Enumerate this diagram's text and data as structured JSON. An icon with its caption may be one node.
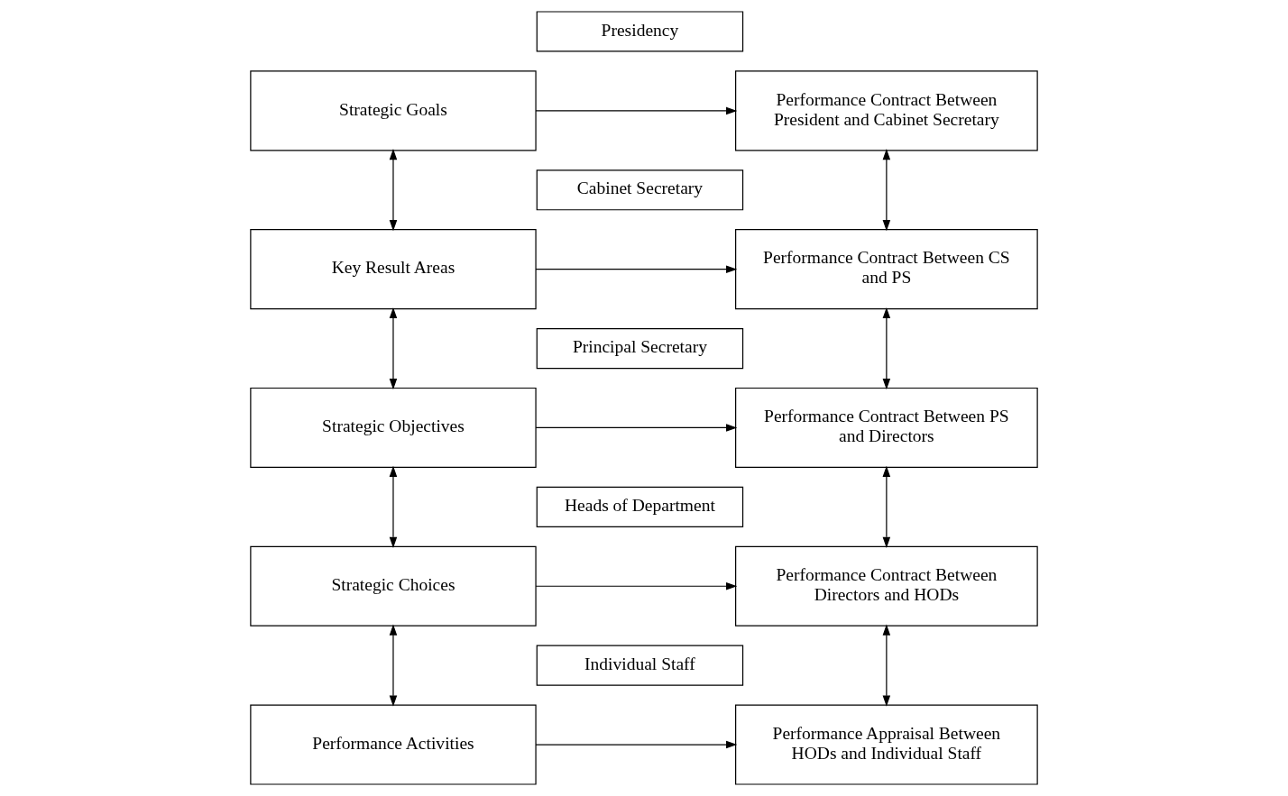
{
  "diagram": {
    "nodes": [
      {
        "text": [
          "Strategic Goals"
        ]
      },
      {
        "text": [
          "Key Result Areas"
        ]
      },
      {
        "text": [
          "Strategic Objectives"
        ]
      },
      {
        "text": [
          "Strategic Choices"
        ]
      },
      {
        "text": [
          "Performance Activities"
        ]
      },
      {
        "text": [
          "Presidency"
        ]
      },
      {
        "text": [
          "Cabinet Secretary"
        ]
      },
      {
        "text": [
          "Principal Secretary"
        ]
      },
      {
        "text": [
          "Heads of Department"
        ]
      },
      {
        "text": [
          "Individual Staff"
        ]
      },
      {
        "text": [
          "Performance Contract Between President and Cabinet Secretary"
        ]
      },
      {
        "text": [
          "Performance Contract Between CS and PS"
        ]
      },
      {
        "text": [
          "Performance Contract Between PS and Directors"
        ]
      },
      {
        "text": [
          "Performance Contract Between Directors and HODs"
        ]
      },
      {
        "text": [
          "Performance Appraisal Between HODs and Individual Staff"
        ]
      }
    ],
    "edges": [
      {
        "from": 0,
        "to": 1,
        "arrow": "both"
      },
      {
        "from": 1,
        "to": 2,
        "arrow": "both"
      },
      {
        "from": 2,
        "to": 3,
        "arrow": "both"
      },
      {
        "from": 3,
        "to": 4,
        "arrow": "both"
      },
      {
        "from": 10,
        "to": 11,
        "arrow": "both"
      },
      {
        "from": 11,
        "to": 12,
        "arrow": "both"
      },
      {
        "from": 12,
        "to": 13,
        "arrow": "both"
      },
      {
        "from": 13,
        "to": 14,
        "arrow": "both"
      },
      {
        "from": 0,
        "to": 10,
        "arrow": "to"
      },
      {
        "from": 1,
        "to": 11,
        "arrow": "to"
      },
      {
        "from": 2,
        "to": 12,
        "arrow": "to"
      },
      {
        "from": 3,
        "to": 13,
        "arrow": "to"
      },
      {
        "from": 4,
        "to": 14,
        "arrow": "to"
      }
    ]
  }
}
